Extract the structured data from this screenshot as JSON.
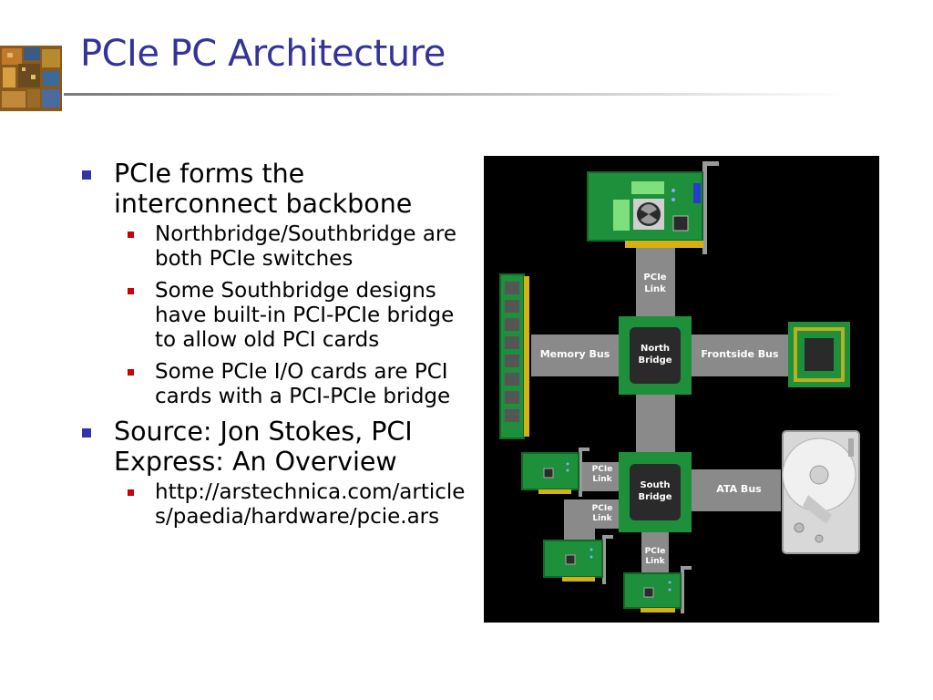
{
  "slide": {
    "title": "PCIe PC Architecture",
    "bullets": [
      {
        "text": "PCIe forms the interconnect backbone",
        "subs": [
          "Northbridge/Southbridge are both PCIe switches",
          "Some Southbridge designs have built-in PCI-PCIe bridge to allow old PCI cards",
          "Some PCIe I/O cards are PCI cards with a PCI-PCIe bridge"
        ]
      },
      {
        "text": "Source: Jon Stokes, PCI Express: An Overview",
        "subs": [
          "http://arstechnica.com/articles/paedia/hardware/pcie.ars"
        ]
      }
    ]
  },
  "diagram": {
    "labels": {
      "pcie_link": "PCIe Link",
      "memory_bus": "Memory Bus",
      "north_bridge": "North Bridge",
      "frontside_bus": "Frontside Bus",
      "south_bridge": "South Bridge",
      "ata_bus": "ATA Bus"
    },
    "colors": {
      "board": "#1e8f3a",
      "board_dark": "#0e6a26",
      "chip": "#2a2a2a",
      "bus": "#8a8a8a",
      "gold": "#d4b214",
      "background": "#000000"
    }
  }
}
